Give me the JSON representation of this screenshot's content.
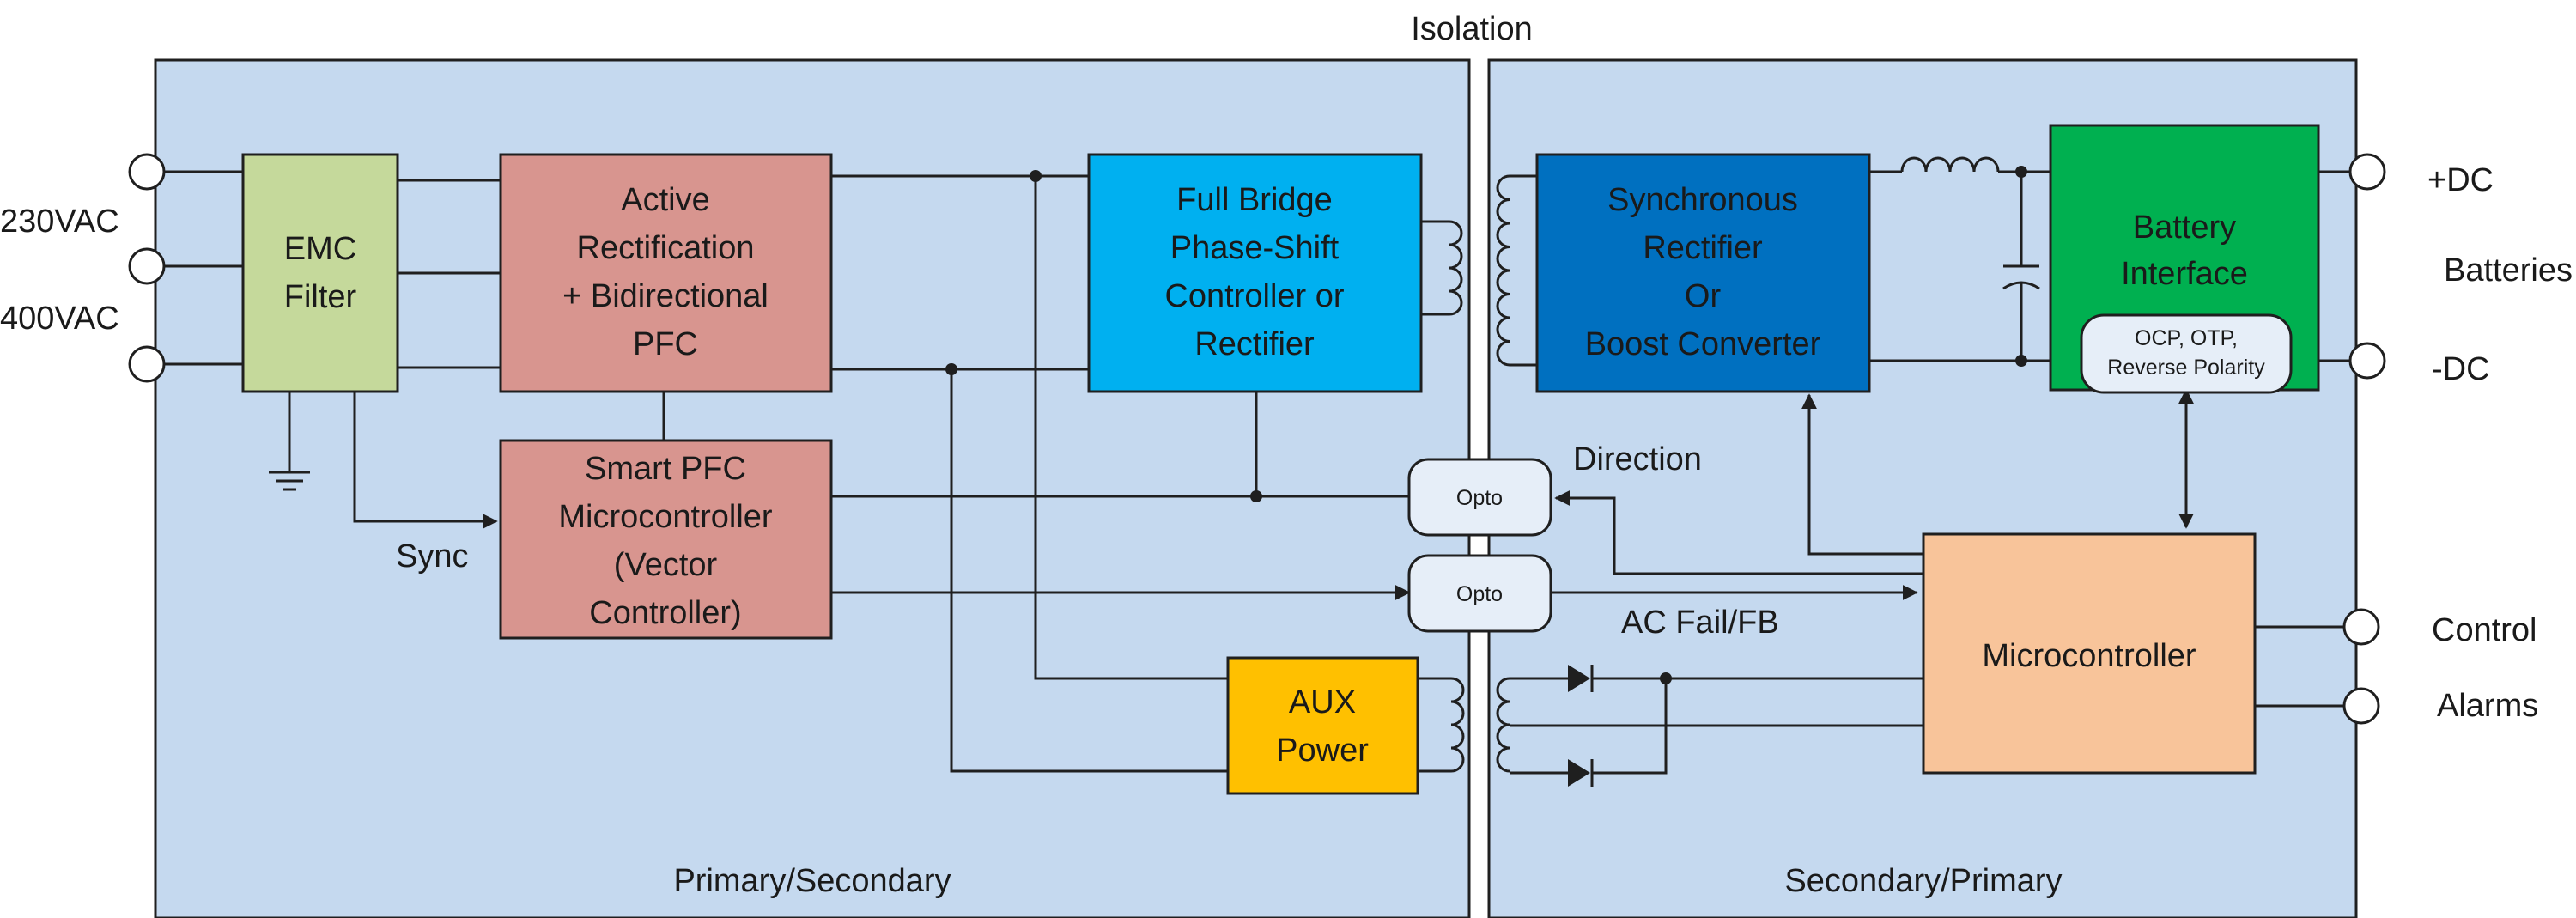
{
  "labels": {
    "isolation": "Isolation",
    "primary_secondary": "Primary/Secondary",
    "secondary_primary": "Secondary/Primary",
    "ac_in_230": "230VAC",
    "ac_in_400": "400VAC",
    "sync": "Sync",
    "direction": "Direction",
    "ac_fail_fb": "AC Fail/FB",
    "plus_dc": "+DC",
    "minus_dc": "-DC",
    "batteries": "Batteries",
    "control": "Control",
    "alarms": "Alarms"
  },
  "blocks": {
    "emc_filter": {
      "lines": [
        "EMC",
        "Filter"
      ],
      "color": "#c5d99b"
    },
    "active_rect": {
      "lines": [
        "Active",
        "Rectification",
        "+ Bidirectional",
        "PFC"
      ],
      "color": "#d8958f"
    },
    "smart_pfc": {
      "lines": [
        "Smart PFC",
        "Microcontroller",
        "(Vector",
        "Controller)"
      ],
      "color": "#d8958f"
    },
    "full_bridge": {
      "lines": [
        "Full Bridge",
        "Phase-Shift",
        "Controller or",
        "Rectifier"
      ],
      "color": "#00b0f0"
    },
    "sync_rect": {
      "lines": [
        "Synchronous",
        "Rectifier",
        "Or",
        "Boost Converter"
      ],
      "color": "#0070c0"
    },
    "battery_if": {
      "lines": [
        "Battery",
        "Interface"
      ],
      "color": "#00b050"
    },
    "protection": {
      "lines": [
        "OCP, OTP,",
        "Reverse Polarity"
      ],
      "color": "#e6eef8"
    },
    "aux_power": {
      "lines": [
        "AUX",
        "Power"
      ],
      "color": "#ffc000"
    },
    "microcontroller": {
      "lines": [
        "Microcontroller"
      ],
      "color": "#f8c49a"
    }
  },
  "optos": {
    "opto_top": "Opto",
    "opto_bottom": "Opto"
  },
  "colors": {
    "region_fill": "#c5d9ef",
    "line": "#1f1f1f"
  }
}
